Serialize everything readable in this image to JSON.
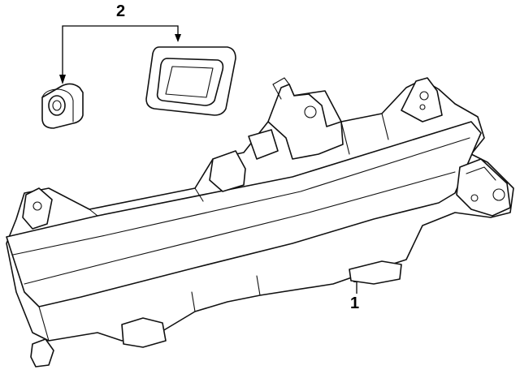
{
  "callouts": [
    {
      "id": "callout-2",
      "label": "2"
    },
    {
      "id": "callout-1",
      "label": "1"
    }
  ],
  "colors": {
    "line": "#111111",
    "background": "#ffffff"
  }
}
